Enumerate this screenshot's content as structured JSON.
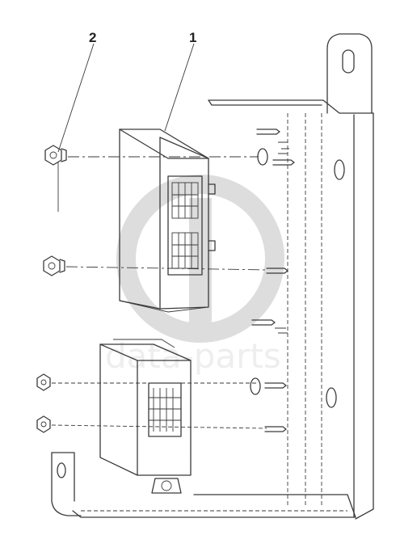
{
  "callouts": [
    {
      "id": "1",
      "text": "1"
    },
    {
      "id": "2",
      "text": "2"
    }
  ],
  "watermark": {
    "text": "data-parts",
    "color": "#b5b5b5"
  },
  "colors": {
    "line": "#3a3a3a",
    "background": "#ffffff"
  }
}
